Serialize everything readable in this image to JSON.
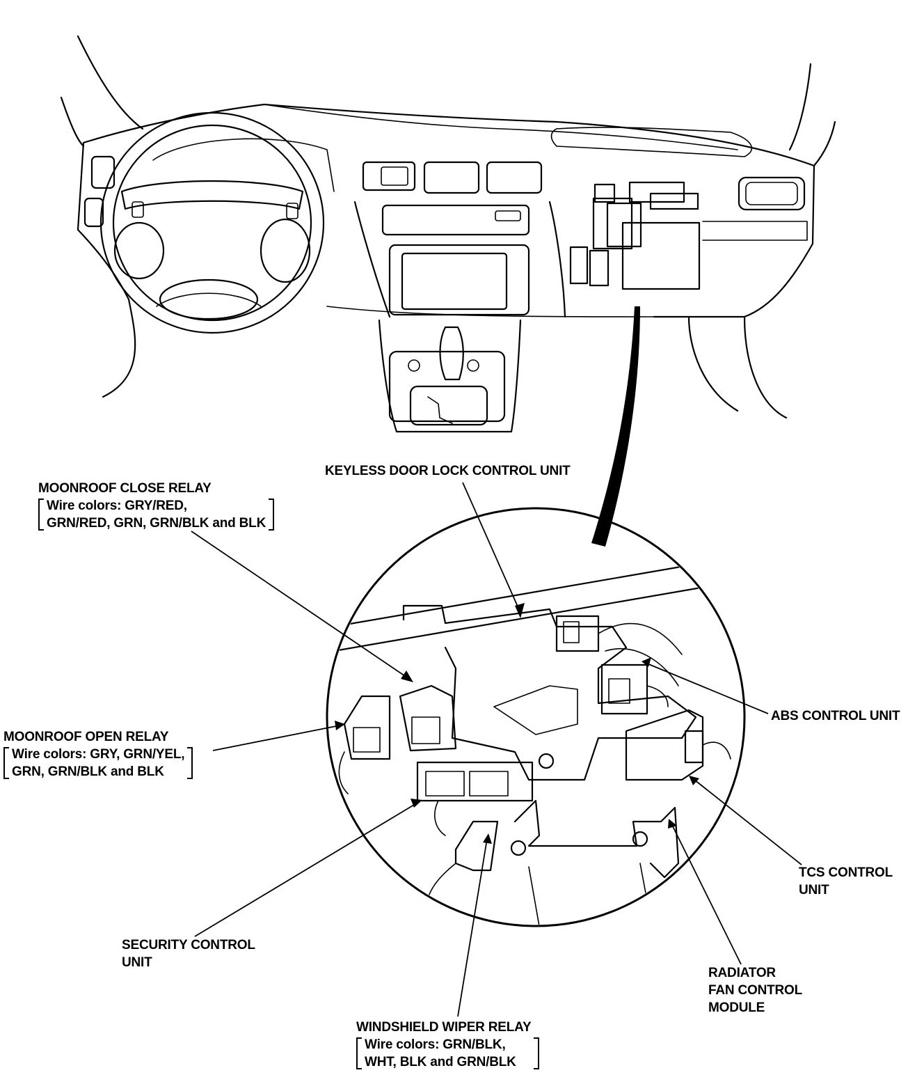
{
  "labels": {
    "keyless": {
      "title": "KEYLESS DOOR LOCK CONTROL UNIT"
    },
    "moonroof_close": {
      "title": "MOONROOF CLOSE RELAY",
      "wires": [
        "Wire colors: GRY/RED,",
        "GRN/RED, GRN, GRN/BLK and BLK"
      ]
    },
    "moonroof_open": {
      "title": "MOONROOF OPEN RELAY",
      "wires": [
        "Wire colors: GRY, GRN/YEL,",
        "GRN, GRN/BLK and BLK"
      ]
    },
    "abs": {
      "title": "ABS CONTROL UNIT"
    },
    "tcs": {
      "lines": [
        "TCS CONTROL",
        "UNIT"
      ]
    },
    "security": {
      "lines": [
        "SECURITY CONTROL",
        "UNIT"
      ]
    },
    "radiator": {
      "lines": [
        "RADIATOR",
        "FAN CONTROL",
        "MODULE"
      ]
    },
    "wiper": {
      "title": "WINDSHIELD WIPER RELAY",
      "wires": [
        "Wire colors: GRN/BLK,",
        "WHT, BLK and GRN/BLK"
      ]
    }
  }
}
